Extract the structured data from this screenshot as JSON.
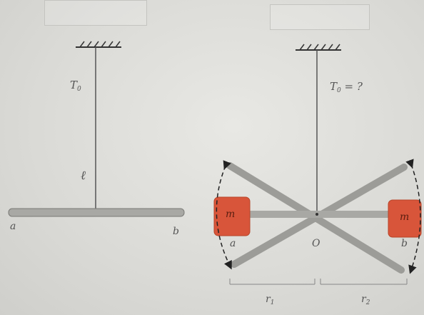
{
  "left_diagram": {
    "tension_label": "T",
    "tension_subscript": "0",
    "length_label": "ℓ",
    "end_a": "a",
    "end_b": "b"
  },
  "right_diagram": {
    "tension_label": "T",
    "tension_subscript": "0",
    "tension_suffix": "= ?",
    "mass_left": "m",
    "mass_right": "m",
    "end_a": "a",
    "end_b": "b",
    "center": "O",
    "r1_label": "r",
    "r1_subscript": "1",
    "r2_label": "r",
    "r2_subscript": "2"
  },
  "colors": {
    "rod": "#9a9a96",
    "string": "#555555",
    "mass": "#d8553a",
    "arrow": "#222222"
  }
}
